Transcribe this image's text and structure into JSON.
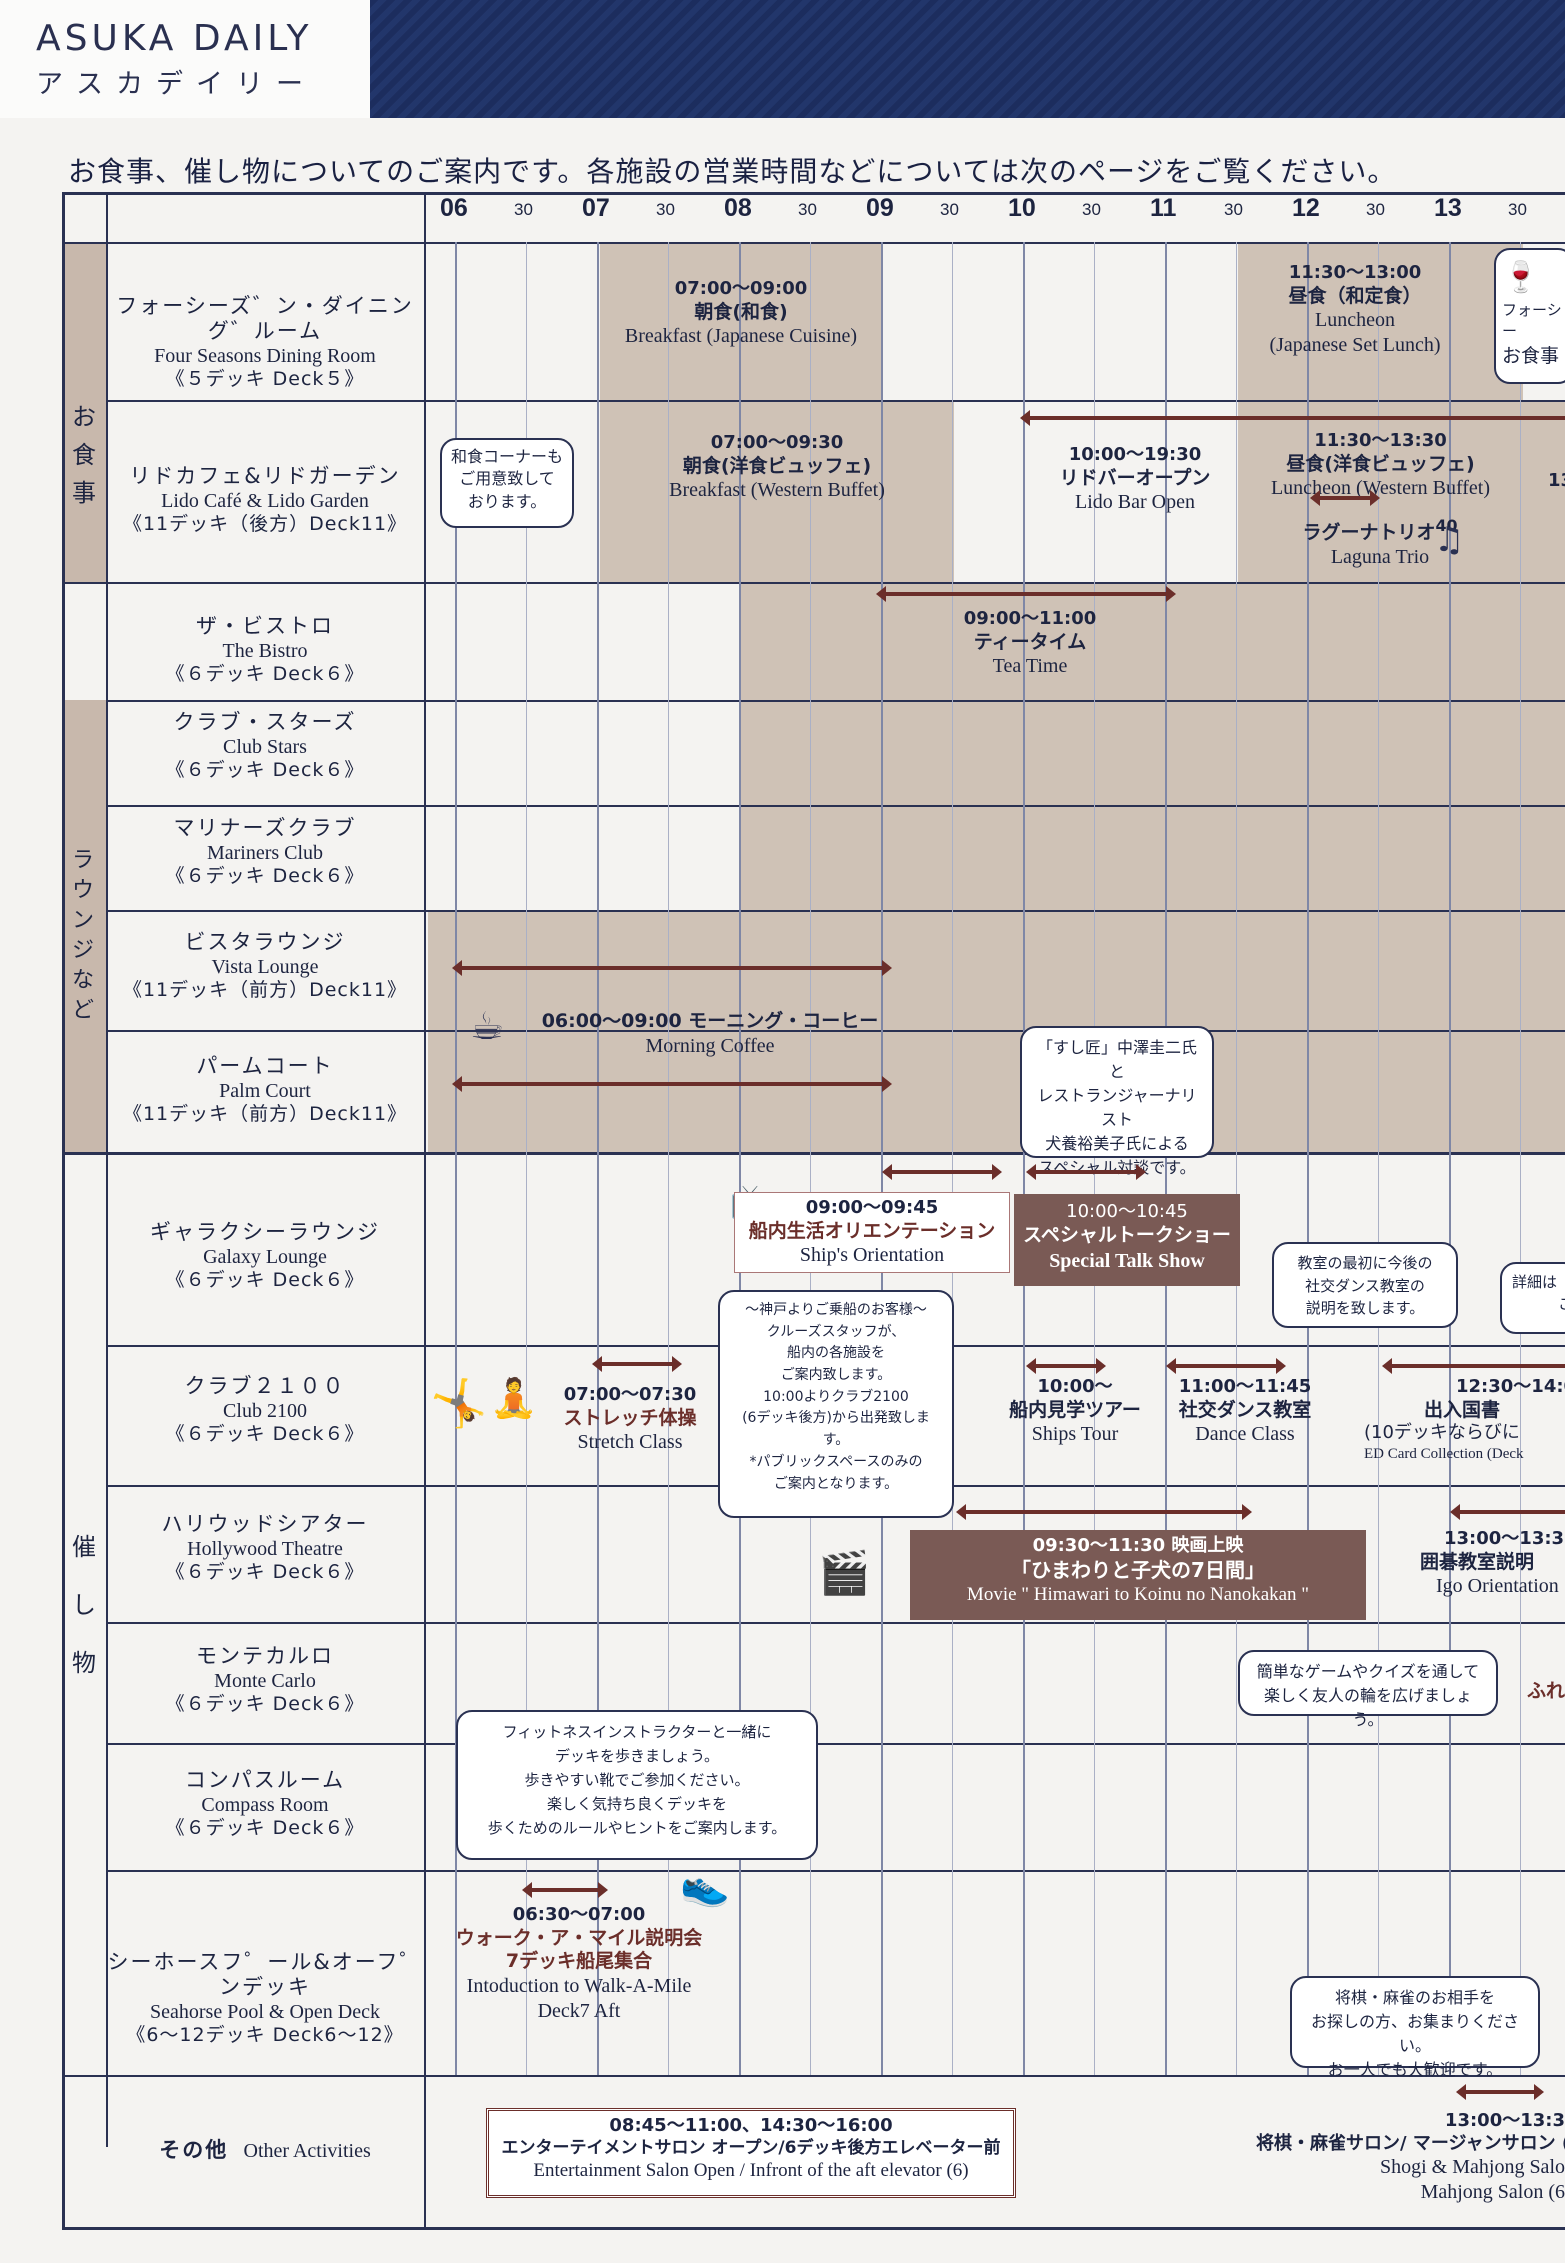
{
  "header": {
    "brand_en": "ASUKA DAILY",
    "brand_jp": "アスカデイリー",
    "notice": "お食事、催し物についてのご案内です。各施設の営業時間などについては次のページをご覧ください。"
  },
  "timeline": {
    "hours": [
      "06",
      "07",
      "08",
      "09",
      "10",
      "11",
      "12",
      "13"
    ],
    "half_label": "30"
  },
  "categories": {
    "dining": "お食事",
    "lounge": "ラウンジなど",
    "events": "催し物"
  },
  "venues": [
    {
      "jp": "フォーシーズ゛ン・ダイニング゛ルーム",
      "en": "Four Seasons Dining Room",
      "deck": "《５デッキ Deck５》"
    },
    {
      "jp": "リドカフェ&リドガーデン",
      "en": "Lido Café & Lido Garden",
      "deck": "《11デッキ（後方）Deck11》"
    },
    {
      "jp": "ザ・ビストロ",
      "en": "The Bistro",
      "deck": "《６デッキ Deck６》"
    },
    {
      "jp": "クラブ・スターズ",
      "en": "Club Stars",
      "deck": "《６デッキ Deck６》"
    },
    {
      "jp": "マリナーズクラブ",
      "en": "Mariners Club",
      "deck": "《６デッキ Deck６》"
    },
    {
      "jp": "ビスタラウンジ",
      "en": "Vista Lounge",
      "deck": "《11デッキ（前方）Deck11》"
    },
    {
      "jp": "パームコート",
      "en": "Palm Court",
      "deck": "《11デッキ（前方）Deck11》"
    },
    {
      "jp": "ギャラクシーラウンジ",
      "en": "Galaxy Lounge",
      "deck": "《６デッキ Deck６》"
    },
    {
      "jp": "クラブ２１００",
      "en": "Club 2100",
      "deck": "《６デッキ Deck６》"
    },
    {
      "jp": "ハリウッドシアター",
      "en": "Hollywood Theatre",
      "deck": "《６デッキ Deck６》"
    },
    {
      "jp": "モンテカルロ",
      "en": "Monte Carlo",
      "deck": "《６デッキ Deck６》"
    },
    {
      "jp": "コンパスルーム",
      "en": "Compass Room",
      "deck": "《６デッキ Deck６》"
    },
    {
      "jp": "シーホースフ゜ール&オーフ゜ンデッキ",
      "en": "Seahorse Pool & Open Deck",
      "deck": "《6～12デッキ Deck6～12》"
    },
    {
      "jp": "その他",
      "en": "Other Activities",
      "deck": ""
    }
  ],
  "events": {
    "breakfast_jp": {
      "time": "07:00～09:00",
      "jp": "朝食(和食)",
      "en": "Breakfast (Japanese Cuisine)"
    },
    "luncheon_jp": {
      "time": "11:30～13:00",
      "jp": "昼食（和定食）",
      "en1": "Luncheon",
      "en2": "(Japanese Set Lunch)"
    },
    "fs_note": {
      "l1": "フォーシー",
      "l2": "お食事"
    },
    "washoku_bubble": {
      "l1": "和食コーナーも",
      "l2": "ご用意致して",
      "l3": "おります。"
    },
    "breakfast_west": {
      "time": "07:00～09:30",
      "jp": "朝食(洋食ビュッフェ)",
      "en": "Breakfast (Western Buffet)"
    },
    "lido_bar": {
      "time": "10:00～19:30",
      "jp": "リドバーオープン",
      "en": "Lido Bar Open"
    },
    "luncheon_west": {
      "time": "11:30～13:30",
      "jp": "昼食(洋食ビュッフェ)",
      "en": "Luncheon (Western Buffet)"
    },
    "laguna": {
      "jp": "ラグーナトリオ",
      "sup": "40",
      "en": "Laguna Trio",
      "cut": "13"
    },
    "tea_time": {
      "time": "09:00～11:00",
      "jp": "ティータイム",
      "en": "Tea Time"
    },
    "morning_coffee": {
      "jp": "06:00～09:00 モーニング・コーヒー",
      "en": "Morning  Coffee"
    },
    "talk_bubble": {
      "l1": "「すし匠」中澤圭二氏と",
      "l2": "レストランジャーナリスト",
      "l3": "犬養裕美子氏による",
      "l4": "スペシャル対談です。"
    },
    "orientation": {
      "time": "09:00～09:45",
      "jp": "船内生活オリエンテーション",
      "en": "Ship's Orientation"
    },
    "talk_show": {
      "time": "10:00～10:45",
      "jp": "スペシャルトークショー",
      "en": "Special Talk Show"
    },
    "dance_bubble": {
      "l1": "教室の最初に今後の",
      "l2": "社交ダンス教室の",
      "l3": "説明を致します。"
    },
    "detail_bubble": {
      "l1": "詳細は",
      "l2": "こ"
    },
    "stretch": {
      "time": "07:00～07:30",
      "jp": "ストレッチ体操",
      "en": "Stretch Class"
    },
    "kobe_bubble": {
      "l1": "～神戸よりご乗船のお客様～",
      "l2": "クルーズスタッフが、",
      "l3": "船内の各施設を",
      "l4": "ご案内致します。",
      "l5": "10:00よりクラブ2100",
      "l6": "(6デッキ後方)から出発致します。",
      "l7": "*パブリックスペースのみの",
      "l8": "ご案内となります。"
    },
    "ships_tour": {
      "time": "10:00～",
      "jp": "船内見学ツアー",
      "en": "Ships Tour"
    },
    "dance": {
      "time": "11:00～11:45",
      "jp": "社交ダンス教室",
      "en": "Dance Class"
    },
    "ed_card": {
      "time": "12:30～14:0",
      "jp": "出入国書",
      "jp2": "(10デッキならびに",
      "en": "ED Card Collection (Deck"
    },
    "movie": {
      "time": "09:30～11:30  映画上映",
      "jp": "「ひまわりと子犬の7日間」",
      "en": "Movie \" Himawari to Koinu no Nanokakan \""
    },
    "igo": {
      "time": "13:00～13:30",
      "jp": "囲碁教室説明",
      "en": "Igo Orientation"
    },
    "game_bubble": {
      "l1": "簡単なゲームやクイズを通して",
      "l2": "楽しく友人の輪を広げましょう。"
    },
    "fure": "ふれ",
    "walk_bubble": {
      "l1": "フィットネスインストラクターと一緒に",
      "l2": "デッキを歩きましょう。",
      "l3": "歩きやすい靴でご参加ください。",
      "l4": "楽しく気持ち良くデッキを",
      "l5": "歩くためのルールやヒントをご案内します。"
    },
    "walk": {
      "time": "06:30～07:00",
      "jp1": "ウォーク・ア・マイル説明会",
      "jp2": "7デッキ船尾集合",
      "en1": "Intoduction to Walk-A-Mile",
      "en2": "Deck7 Aft"
    },
    "shogi_bubble": {
      "l1": "将棋・麻雀のお相手を",
      "l2": "お探しの方、お集まりください。",
      "l3": "お一人でも大歓迎です。"
    },
    "salon": {
      "time": "08:45～11:00、14:30～16:00",
      "jp": "エンターテイメントサロン オープン/6デッキ後方エレベーター前",
      "en": "Entertainment Salon Open / Infront of the aft elevator (6)"
    },
    "shogi": {
      "time": "13:00～13:3",
      "jp": "将棋・麻雀サロン/ マージャンサロン (6",
      "en1": "Shogi & Mahjong Salo",
      "en2": "Mahjong Salon (6"
    }
  }
}
